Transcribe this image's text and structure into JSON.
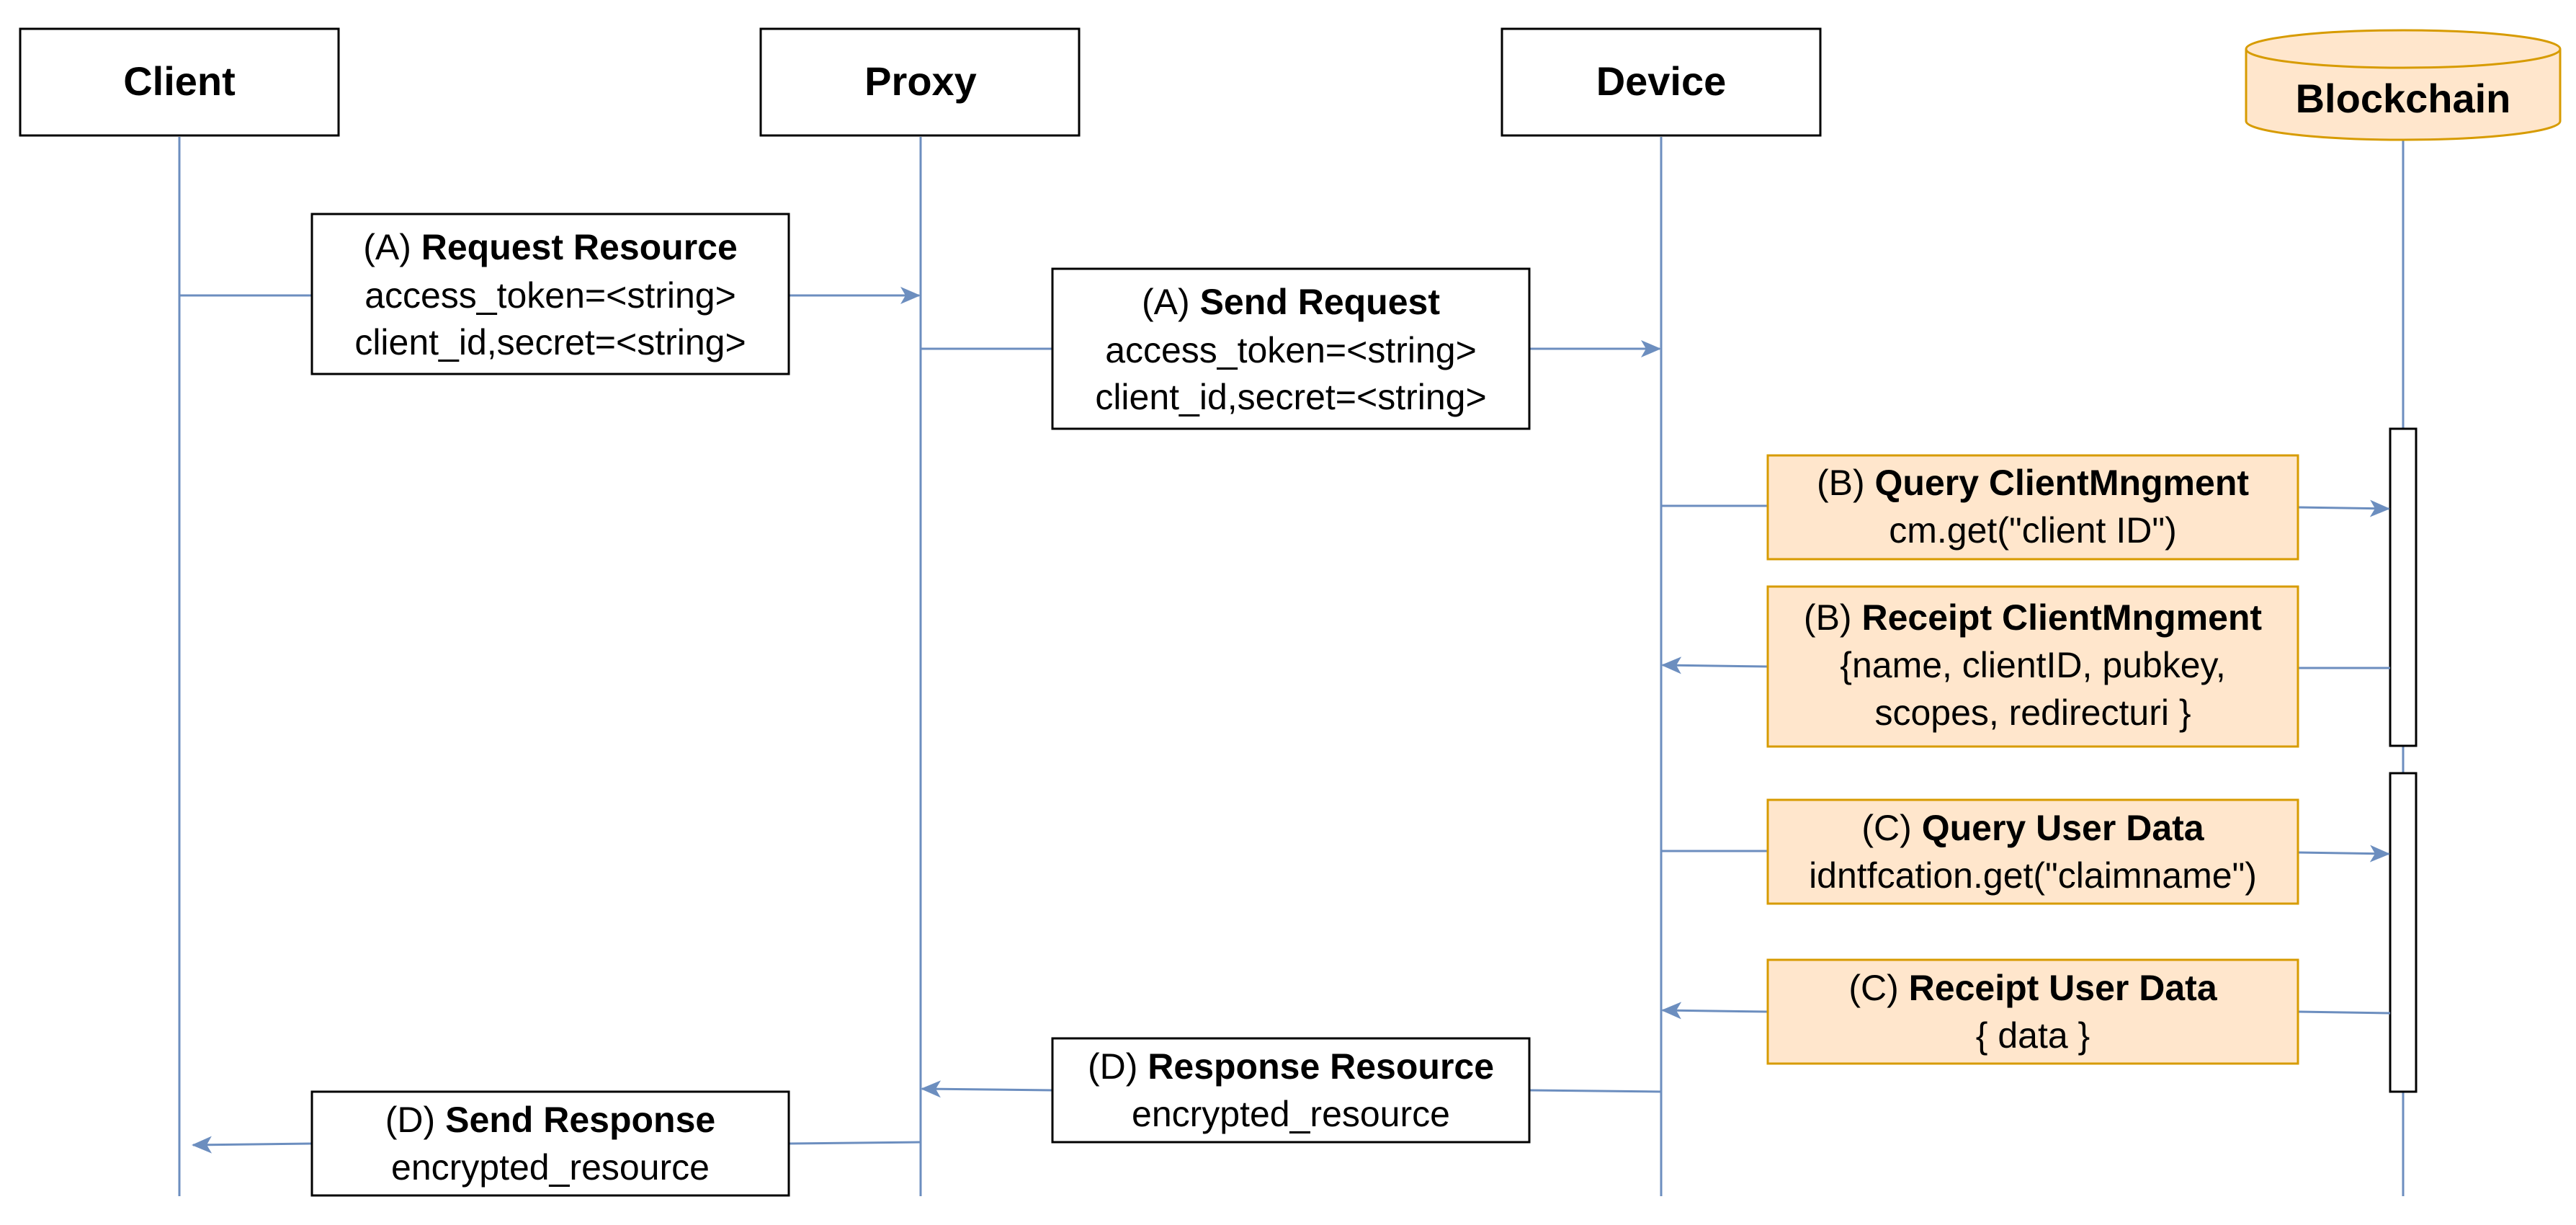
{
  "actors": [
    {
      "id": "client",
      "label": "Client"
    },
    {
      "id": "proxy",
      "label": "Proxy"
    },
    {
      "id": "device",
      "label": "Device"
    },
    {
      "id": "blockchain",
      "label": "Blockchain"
    }
  ],
  "messages": [
    {
      "id": "a-request-resource",
      "step": "(A)",
      "title": "Request Resource",
      "lines": [
        "access_token=<string>",
        "client_id,secret=<string>"
      ],
      "from": "client",
      "to": "proxy",
      "style": "white"
    },
    {
      "id": "a-send-request",
      "step": "(A)",
      "title": "Send Request",
      "lines": [
        "access_token=<string>",
        "client_id,secret=<string>"
      ],
      "from": "proxy",
      "to": "device",
      "style": "white"
    },
    {
      "id": "b-query-clientmngment",
      "step": "(B)",
      "title": "Query ClientMngment",
      "lines": [
        "cm.get(\"client ID\")"
      ],
      "from": "device",
      "to": "blockchain",
      "style": "orange"
    },
    {
      "id": "b-receipt-clientmngment",
      "step": "(B)",
      "title": "Receipt ClientMngment",
      "lines": [
        "{name, clientID, pubkey,",
        "scopes, redirecturi }"
      ],
      "from": "blockchain",
      "to": "device",
      "style": "orange"
    },
    {
      "id": "c-query-user-data",
      "step": "(C)",
      "title": "Query User Data",
      "lines": [
        "idntfcation.get(\"claimname\")"
      ],
      "from": "device",
      "to": "blockchain",
      "style": "orange"
    },
    {
      "id": "c-receipt-user-data",
      "step": "(C)",
      "title": "Receipt User Data",
      "lines": [
        "{ data }"
      ],
      "from": "blockchain",
      "to": "device",
      "style": "orange"
    },
    {
      "id": "d-response-resource",
      "step": "(D)",
      "title": "Response Resource",
      "lines": [
        "encrypted_resource"
      ],
      "from": "device",
      "to": "proxy",
      "style": "white"
    },
    {
      "id": "d-send-response",
      "step": "(D)",
      "title": "Send Response",
      "lines": [
        "encrypted_resource"
      ],
      "from": "proxy",
      "to": "client",
      "style": "white"
    }
  ],
  "colors": {
    "lifeline": "#6c8ebf",
    "orange_fill": "#ffe6cc",
    "orange_stroke": "#d79b00",
    "box_stroke": "#000000"
  }
}
